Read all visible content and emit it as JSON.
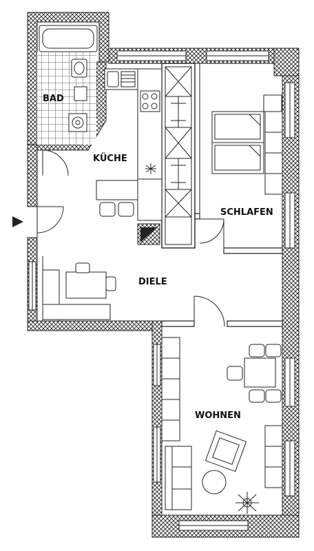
{
  "rooms": {
    "bad": "BAD",
    "kueche": "KÜCHE",
    "schlafen": "SCHLAFEN",
    "diele": "DIELE",
    "wohnen": "WOHNEN"
  },
  "colors": {
    "wall_fill": "#ffffff",
    "wall_hatch": "#222222",
    "line": "#222222"
  },
  "icons": {
    "entrance": "triangle-arrow-right"
  }
}
